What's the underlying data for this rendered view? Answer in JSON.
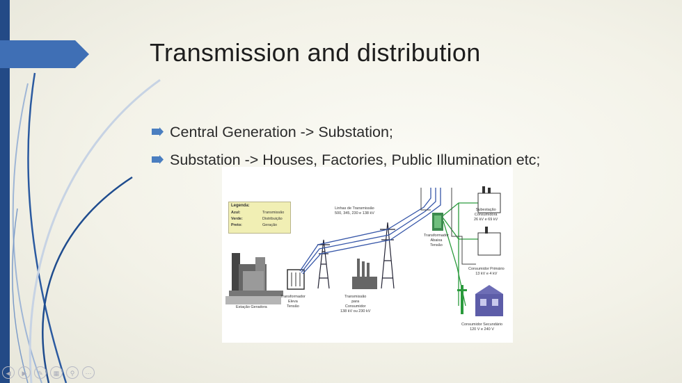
{
  "slide": {
    "title": "Transmission and distribution",
    "bullets": [
      "Central Generation -> Substation;",
      "Substation -> Houses, Factories, Public Illumination etc;"
    ]
  },
  "diagram": {
    "legend_title": "Legenda:",
    "legend": [
      {
        "key": "Azul:",
        "value": "Transmissão"
      },
      {
        "key": "Verde:",
        "value": "Distribuição"
      },
      {
        "key": "Preto:",
        "value": "Geração"
      }
    ],
    "labels": {
      "estacao": "Estação Geradora",
      "transf_eleva": "Transformador\nEleva\nTensão",
      "linhas": "Linhas de Transmissão\n500, 345, 230 e 138 kV",
      "transmissao_consumidor": "Transmissão\npara\nConsumidor\n138 kV ou 230 kV",
      "transf_abaixa": "Transformador\nAbaixa\nTensão",
      "subestacao": "Subestação\nConsumidora\n26 kV e 69 kV",
      "consumidor_primario": "Consumidor Primário\n13 kV e 4 kV",
      "consumidor_secundario": "Consumidor Secundário\n120 V e 240 V"
    }
  },
  "navigation": [
    "back-icon",
    "play-icon",
    "pen-icon",
    "slides-icon",
    "zoom-icon",
    "more-icon"
  ],
  "colors": {
    "accent": "#234a86",
    "arrow": "#3f6fb5",
    "bullet": "#4a7ec0"
  }
}
